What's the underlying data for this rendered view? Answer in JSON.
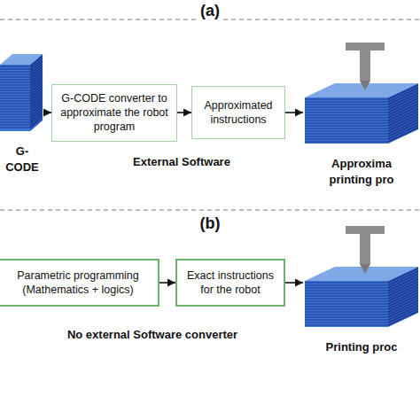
{
  "diagram": {
    "nodes": [
      {
        "text": [
          "G-CODE"
        ]
      },
      {
        "text": [
          "G-CODE converter to approximate the robot program"
        ]
      },
      {
        "text": [
          "Approximated instructions"
        ]
      },
      {
        "text": [
          "Approxima printing pro"
        ]
      },
      {
        "text": [
          "Parametric programming (Mathematics + logics)"
        ]
      },
      {
        "text": [
          "Exact instructions for the robot"
        ]
      },
      {
        "text": [
          "Printing proc"
        ]
      }
    ],
    "edges": [
      {
        "from": 0,
        "to": 1,
        "arrow": "to"
      },
      {
        "from": 1,
        "to": 2,
        "arrow": "to"
      },
      {
        "from": 2,
        "to": 3,
        "arrow": "to"
      },
      {
        "from": 4,
        "to": 5,
        "arrow": "to"
      },
      {
        "from": 5,
        "to": 6,
        "arrow": "to"
      }
    ],
    "labels": [
      "(a)",
      "External Software",
      "(b)",
      "No external Software converter"
    ]
  }
}
